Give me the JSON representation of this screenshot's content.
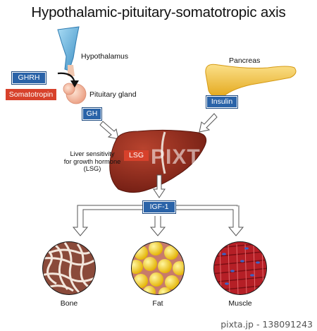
{
  "title": "Hypothalamic-pituitary-somatotropic axis",
  "labels": {
    "hypothalamus": "Hypothalamus",
    "pituitary": "Pituitary gland",
    "pancreas": "Pancreas",
    "liver_sensitivity": "Liver sensitivity\nfor growth hormone\n(LSG)",
    "bone": "Bone",
    "fat": "Fat",
    "muscle": "Muscle"
  },
  "badges": {
    "ghrh": "GHRH",
    "somatotropin": "Somatotropin",
    "gh": "GH",
    "insulin": "Insulin",
    "lsg": "LSG",
    "igf1": "IGF-1"
  },
  "watermark": "PIXTA",
  "footer": "pixta.jp - 138091243",
  "colors": {
    "badge_blue": "#2a63a8",
    "badge_red": "#d7412b",
    "liver": "#8b2a1c",
    "pancreas": "#f2c23a",
    "hypothalamus": "#6fb7e0",
    "pituitary": "#f4b99a"
  }
}
